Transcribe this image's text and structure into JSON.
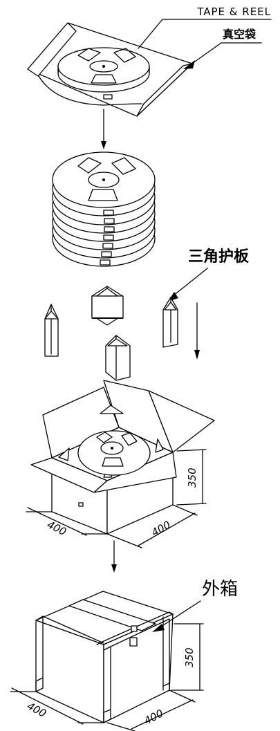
{
  "labels": {
    "tape_reel": "TAPE & REEL",
    "vacuum_bag": "真空袋",
    "corner_guard": "三角护板",
    "outer_carton": "外箱"
  },
  "dimensions": {
    "inner_height": "350",
    "inner_width": "400",
    "inner_depth": "400",
    "outer_height": "350",
    "outer_width": "400",
    "outer_depth": "400"
  }
}
